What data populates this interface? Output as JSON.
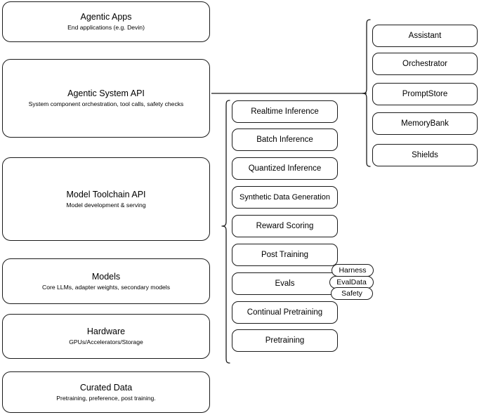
{
  "diagram": {
    "title": "Agentic stack layered architecture",
    "stroke_color": "#1a1a1a",
    "background_color": "#ffffff"
  },
  "stack_layers": [
    {
      "id": "agentic-apps",
      "title": "Agentic Apps",
      "subtitle": "End applications (e.g. Devin)"
    },
    {
      "id": "agentic-system-api",
      "title": "Agentic System API",
      "subtitle": "System component orchestration, tool calls, safety checks"
    },
    {
      "id": "model-toolchain-api",
      "title": "Model Toolchain API",
      "subtitle": "Model development & serving"
    },
    {
      "id": "models",
      "title": "Models",
      "subtitle": "Core LLMs, adapter weights, secondary models"
    },
    {
      "id": "hardware",
      "title": "Hardware",
      "subtitle": "GPUs/Accelerators/Storage"
    },
    {
      "id": "curated-data",
      "title": "Curated Data",
      "subtitle": "Pretraining, preference, post training."
    }
  ],
  "toolchain_components": [
    {
      "id": "realtime-inference",
      "label": "Realtime Inference"
    },
    {
      "id": "batch-inference",
      "label": "Batch Inference"
    },
    {
      "id": "quantized-inference",
      "label": "Quantized Inference"
    },
    {
      "id": "synthetic-data-generation",
      "label": "Synthetic Data Generation"
    },
    {
      "id": "reward-scoring",
      "label": "Reward Scoring"
    },
    {
      "id": "post-training",
      "label": "Post Training"
    },
    {
      "id": "evals",
      "label": "Evals"
    },
    {
      "id": "continual-pretraining",
      "label": "Continual Pretraining"
    },
    {
      "id": "pretraining",
      "label": "Pretraining"
    }
  ],
  "evals_tags": [
    {
      "id": "harness",
      "label": "Harness"
    },
    {
      "id": "evaldata",
      "label": "EvalData"
    },
    {
      "id": "safety",
      "label": "Safety"
    }
  ],
  "system_components": [
    {
      "id": "assistant",
      "label": "Assistant"
    },
    {
      "id": "orchestrator",
      "label": "Orchestrator"
    },
    {
      "id": "promptstore",
      "label": "PromptStore"
    },
    {
      "id": "memorybank",
      "label": "MemoryBank"
    },
    {
      "id": "shields",
      "label": "Shields"
    }
  ]
}
